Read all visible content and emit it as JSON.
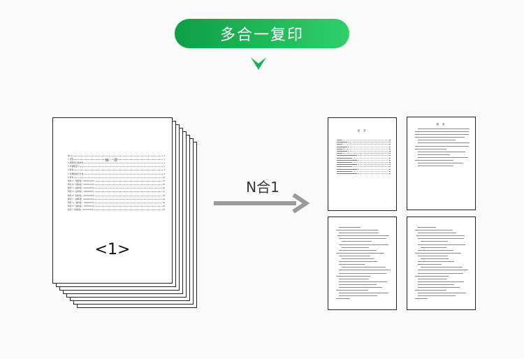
{
  "header": {
    "title": "多合一复印"
  },
  "arrow": {
    "label": "N合1"
  },
  "original": {
    "toc_title": "目  次",
    "toc_items": [
      {
        "text": "前    言",
        "page": "II"
      },
      {
        "text": "1  范围",
        "page": "1"
      },
      {
        "text": "2  规范性引用文件",
        "page": "1"
      },
      {
        "text": "3  术语和定义",
        "page": "1"
      },
      {
        "text": "4  职责",
        "page": "3"
      },
      {
        "text": "5  管理内容与方法",
        "page": "4"
      },
      {
        "text": "6  检查",
        "page": "13"
      },
      {
        "text": "附录 A（规范性）XXXXXXXX",
        "page": "14"
      },
      {
        "text": "附录 B（资料性）XXXXXXXX",
        "page": "15"
      },
      {
        "text": "附录 C（资料性）XXXXXXXX",
        "page": "16"
      },
      {
        "text": "附录 D（资料性）XXXXXXXX",
        "page": "17"
      },
      {
        "text": "附录 E（资料性）XXXXXXXX",
        "page": "18"
      },
      {
        "text": "附录 F（资料性）XXXXXXXX",
        "page": "19"
      },
      {
        "text": "附录 G（资料性）XXXXXXXX",
        "page": "19"
      },
      {
        "text": "附录 H（资料性）XXXXXXXX",
        "page": "20"
      },
      {
        "text": "附录 I（资料性）XXXXXXXX",
        "page": "21"
      }
    ],
    "page_number": "<1>"
  },
  "thumbnails": [
    {
      "kind": "toc",
      "title": "目  次"
    },
    {
      "kind": "text",
      "title": "前  言"
    },
    {
      "kind": "text",
      "title": ""
    },
    {
      "kind": "text",
      "title": ""
    }
  ],
  "colors": {
    "accent_start": "#0e9f45",
    "accent_end": "#2fcf6a",
    "arrow": "#9a9a9a"
  }
}
